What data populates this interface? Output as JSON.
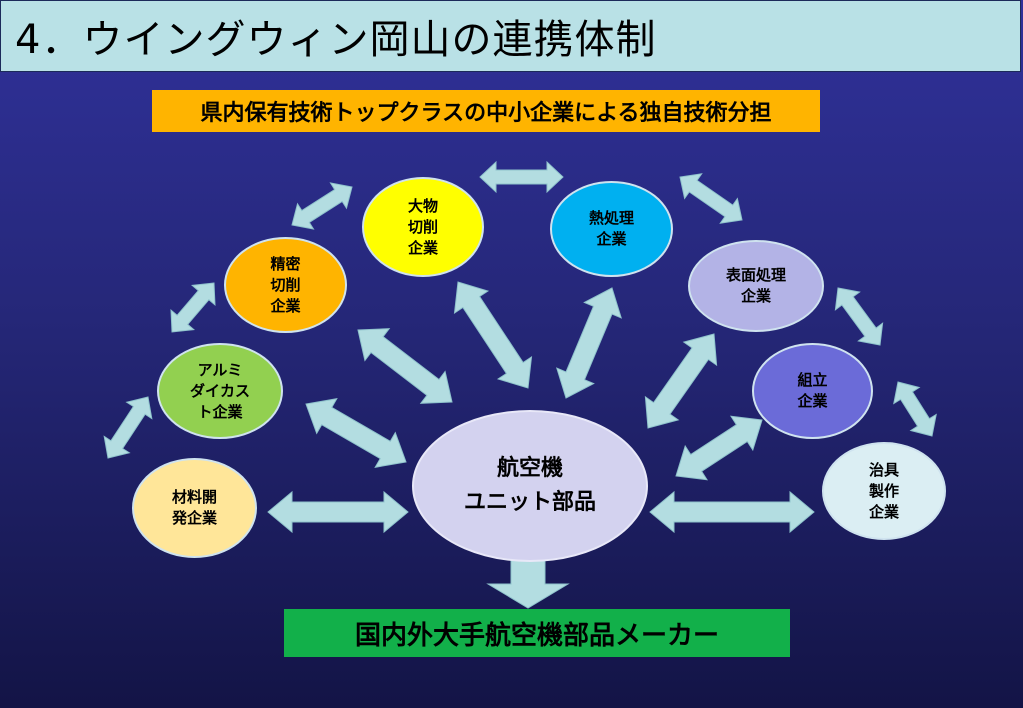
{
  "title": "4．ウイングウィン岡山の連携体制",
  "subtitle": "県内保有技術トップクラスの中小企業による独自技術分担",
  "center": "航空機\nユニット部品",
  "bottom": "国内外大手航空機部品メーカー",
  "nodes": {
    "large_cutting": "大物\n切削\n企業",
    "heat_treatment": "熱処理\n企業",
    "precision_cutting": "精密\n切削\n企業",
    "surface_treatment": "表面処理\n企業",
    "aluminum_casting": "アルミ\nダイカス\nト企業",
    "assembly": "組立\n企業",
    "material_dev": "材料開\n発企業",
    "jig": "治具\n製作\n企業"
  },
  "colors": {
    "title_bg": "#b9e1e6",
    "subtitle_bg": "#ffb400",
    "bottom_bg": "#12b04a",
    "arrow": "#b3dde1",
    "large_cutting": "#ffff00",
    "heat_treatment": "#00b0f0",
    "precision_cutting": "#ffb400",
    "surface_treatment": "#b3b3e6",
    "aluminum_casting": "#92d050",
    "assembly": "#6b6bd8",
    "material_dev": "#ffe699",
    "jig": "#dbeef3"
  }
}
